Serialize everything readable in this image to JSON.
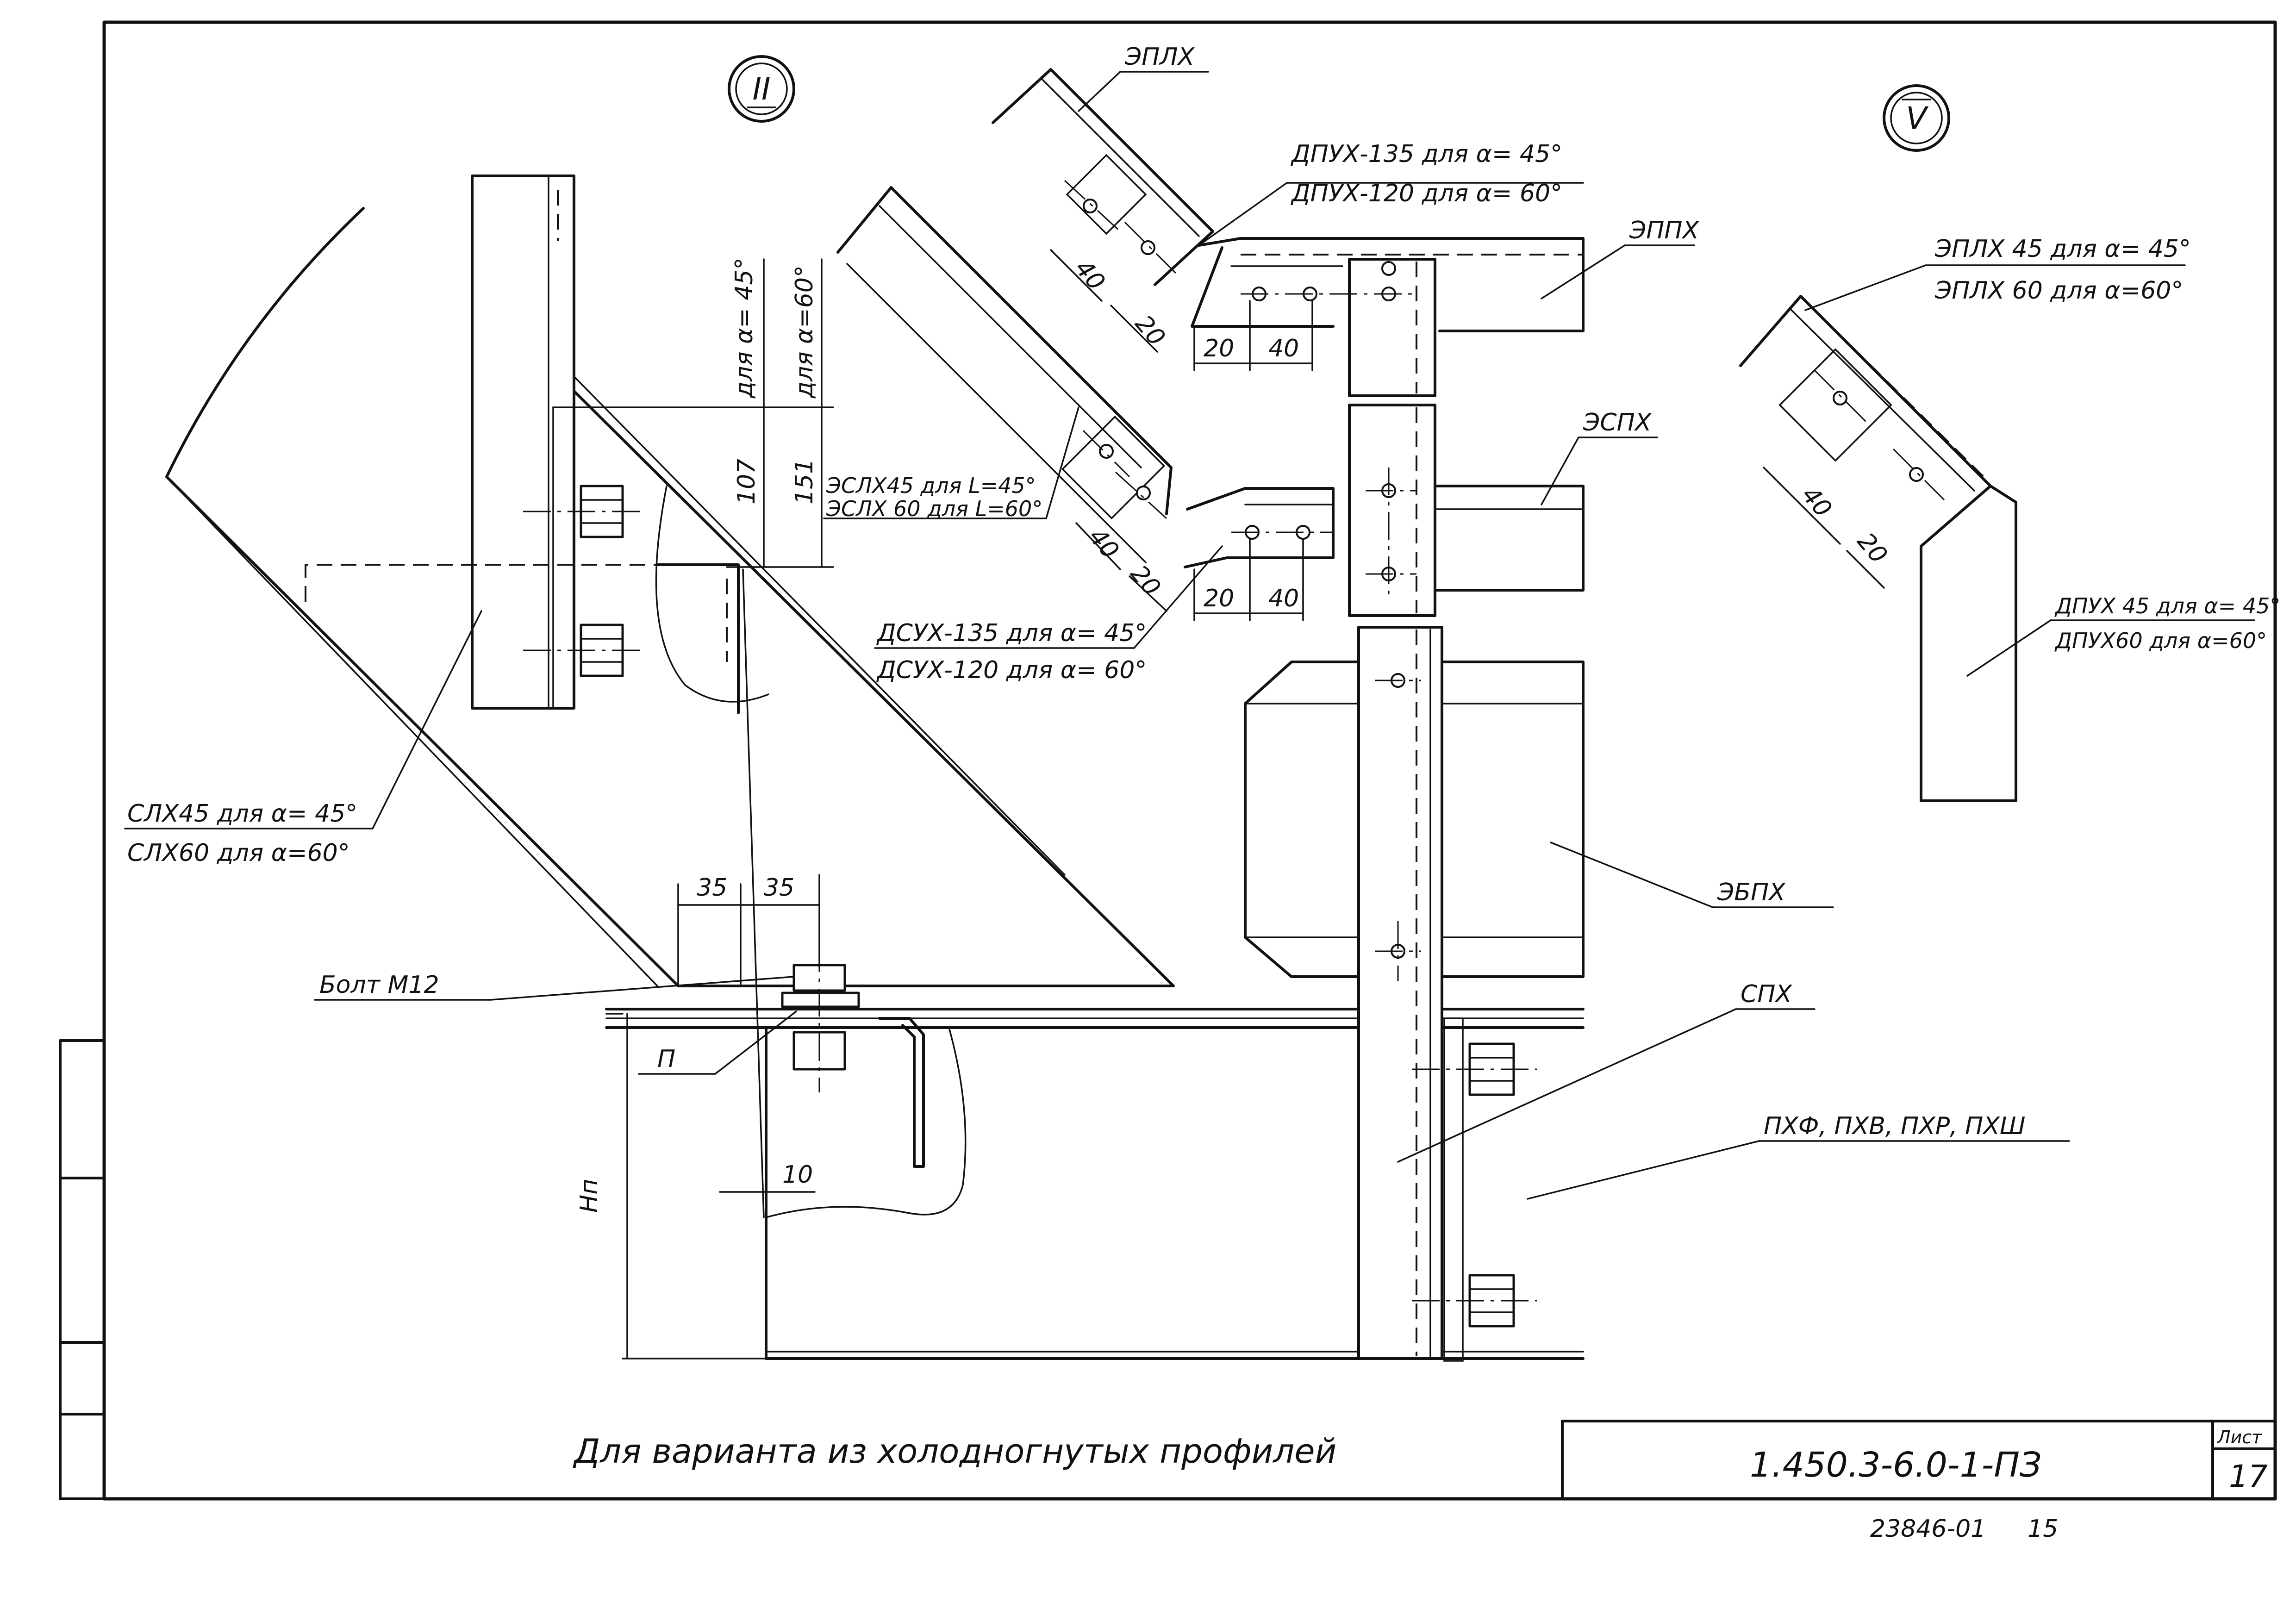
{
  "views": {
    "view_ii": "II",
    "view_v": "V"
  },
  "labels": {
    "eplh": "ЭПЛХ",
    "eplh_45": "ЭПЛХ 45 для α= 45°",
    "eplh_60": "ЭПЛХ 60 для α=60°",
    "dpuh135": "ДПУХ-135 для α= 45°",
    "dpuh120": "ДПУХ-120 для α= 60°",
    "epph": "ЭППХ",
    "esph": "ЭСПХ",
    "eslh45": "ЭСЛХ45 для L=45°",
    "eslh60": "ЭСЛХ 60 для L=60°",
    "dsuh135": "ДСУХ-135 для α= 45°",
    "dsuh120": "ДСУХ-120 для α= 60°",
    "slh45": "СЛХ45 для α= 45°",
    "slh60": "СЛХ60 для α=60°",
    "bolt": "Болт М12",
    "p": "П",
    "ebph": "ЭБПХ",
    "sph": "СПХ",
    "profiles": "ПХФ, ПХВ, ПХР, ПХШ",
    "dpuh45": "ДПУХ 45 для α= 45°",
    "dpuh60": "ДПУХ60 для α=60°",
    "hp": "Нп",
    "for_a45": "для α= 45°",
    "for_a60": "для α=60°"
  },
  "dims": {
    "d107": "107",
    "d151": "151",
    "d35a": "35",
    "d35b": "35",
    "d10": "10",
    "d40_top": "40",
    "d20_top": "20",
    "d20_mid": "20",
    "d40_mid": "40",
    "d40_esl": "40",
    "d20_esl": "20",
    "d20_low": "20",
    "d40_low": "40",
    "d40_v": "40",
    "d20_v": "20"
  },
  "caption": "Для варианта из холодногнутых профилей",
  "title_block": {
    "doc_code": "1.450.3-6.0-1-ПЗ",
    "sheet_label": "Лист",
    "sheet_no": "17"
  },
  "footer_code": "23846-01",
  "footer_num": "15"
}
